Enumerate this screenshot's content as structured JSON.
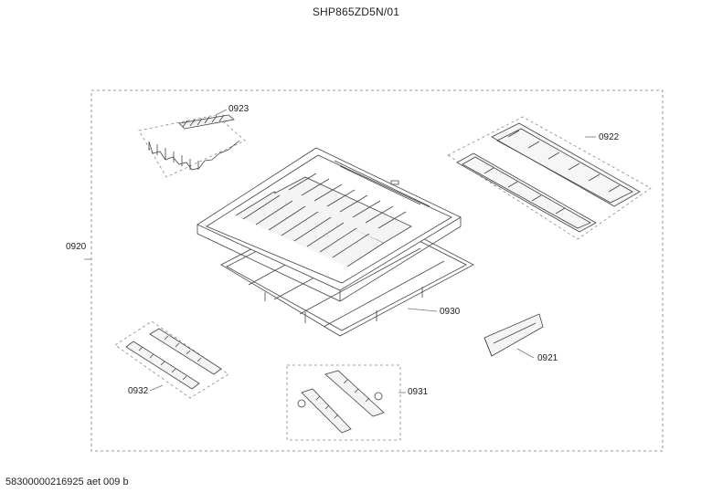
{
  "document": {
    "model_title": "SHP865ZD5N/01",
    "drawing_reference": "58300000216925 aet 009 b"
  },
  "callouts": [
    {
      "id": "0920"
    },
    {
      "id": "0923"
    },
    {
      "id": "0922"
    },
    {
      "id": "0930"
    },
    {
      "id": "0921"
    },
    {
      "id": "0932"
    },
    {
      "id": "0931"
    }
  ]
}
